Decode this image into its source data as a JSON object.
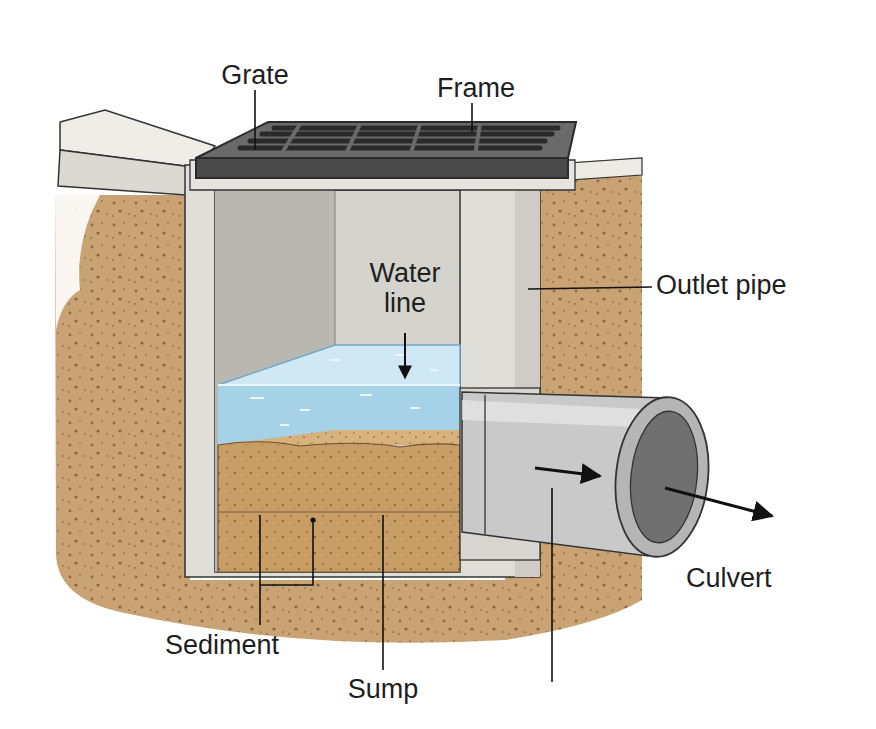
{
  "diagram": {
    "labels": [
      "Grate",
      "Frame",
      "Water line",
      "Outlet pipe",
      "Culvert",
      "Sediment",
      "Sump"
    ]
  }
}
